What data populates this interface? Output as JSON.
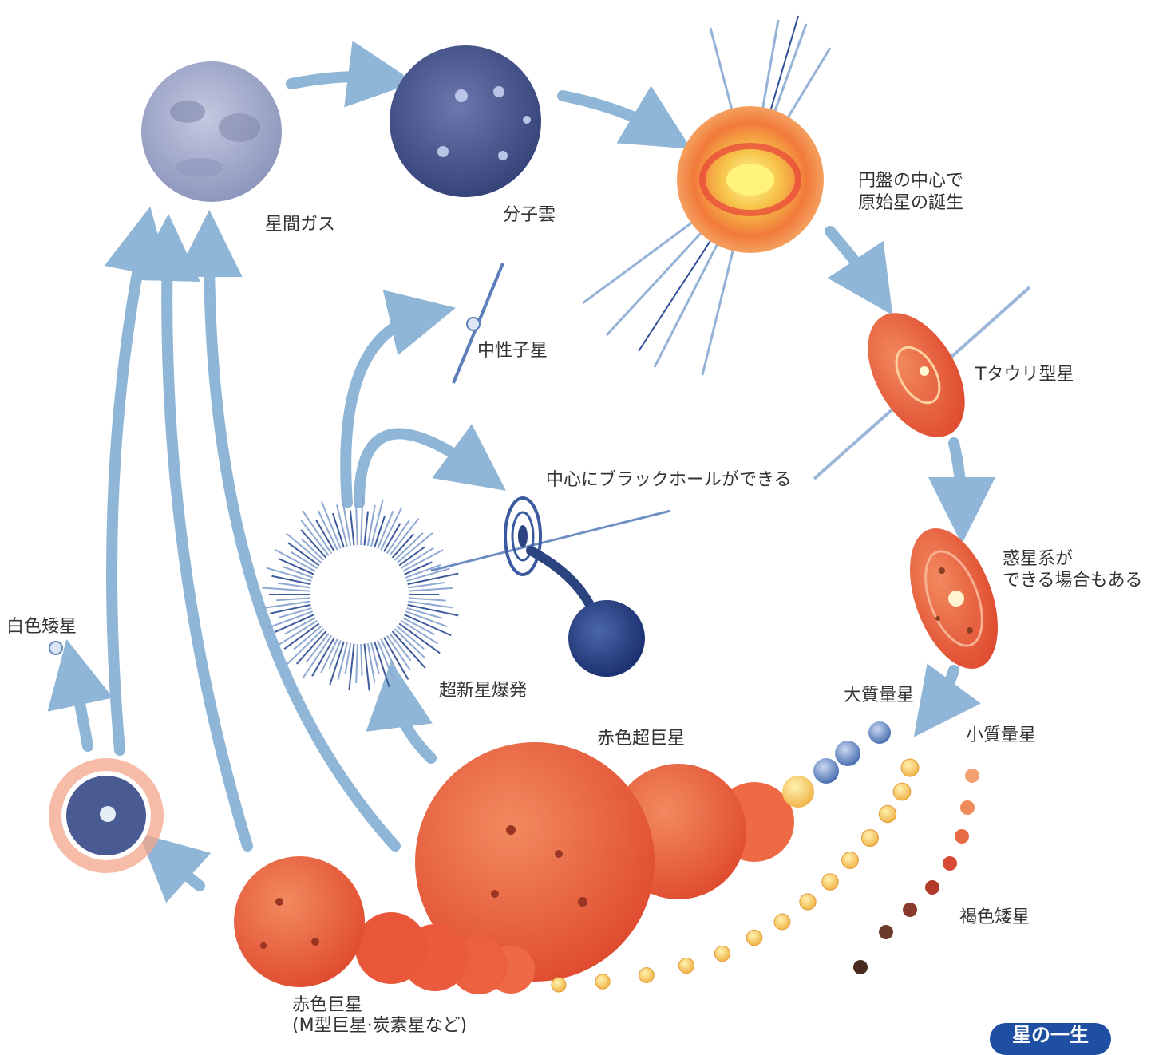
{
  "labels": {
    "interstellar_gas": "星間ガス",
    "molecular_cloud": "分子雲",
    "protostar_line1": "円盤の中心で",
    "protostar_line2": "原始星の誕生",
    "t_tauri": "Tタウリ型星",
    "planetary_line1": "惑星系が",
    "planetary_line2": "できる場合もある",
    "neutron_star": "中性子星",
    "black_hole": "中心にブラックホールができる",
    "supernova": "超新星爆発",
    "white_dwarf": "白色矮星",
    "high_mass_star": "大質量星",
    "low_mass_star": "小質量星",
    "red_supergiant": "赤色超巨星",
    "brown_dwarf": "褐色矮星",
    "red_giant_line1": "赤色巨星",
    "red_giant_line2": "(M型巨星·炭素星など)"
  },
  "badge": "星の一生",
  "colors": {
    "arrow": "#8fb6d6",
    "gas": "#a9b2d0",
    "cloud": "#4e5f96",
    "red_giant": "#e8573a",
    "yellow_star": "#f2c25a",
    "blue_star": "#5b7fbf",
    "brown_dwarf": "#6b3a2a",
    "badge": "#1e4fa3"
  },
  "icons": [
    "gas-cloud-icon",
    "molecular-cloud-icon",
    "protostar-disk-icon",
    "t-tauri-star-icon",
    "planetary-disk-icon",
    "neutron-star-icon",
    "black-hole-icon",
    "supernova-burst-icon",
    "white-dwarf-icon",
    "planetary-nebula-icon",
    "red-supergiant-icon",
    "red-giant-icon"
  ]
}
